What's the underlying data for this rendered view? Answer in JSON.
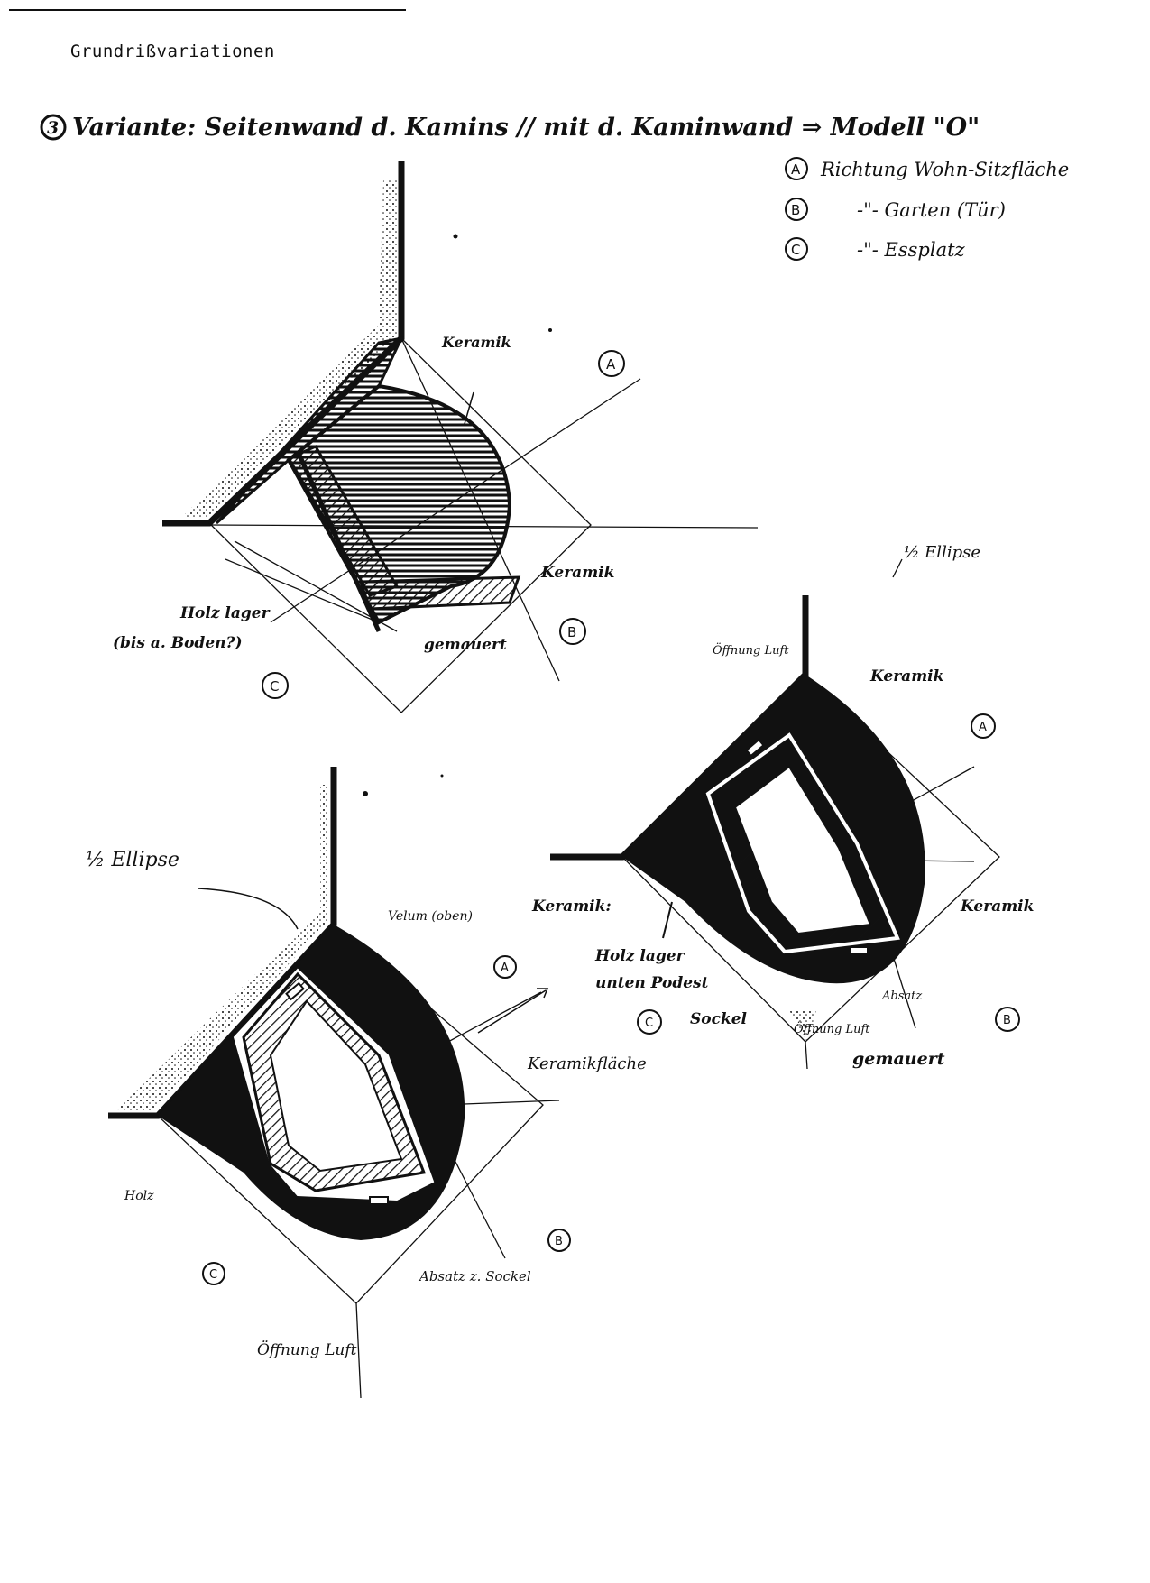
{
  "header": {
    "typed_title": "Grundrißvariationen",
    "variant_number": "3",
    "variant_heading": "Variante: Seitenwand d. Kamins // mit d. Kaminwand ⇒ Modell \"O\""
  },
  "legend": [
    {
      "key": "A",
      "text": "Richtung Wohn-Sitzfläche"
    },
    {
      "key": "B",
      "text": "-\"- Garten (Tür)"
    },
    {
      "key": "C",
      "text": "-\"- Essplatz"
    }
  ],
  "sketch_top": {
    "label_keramik_top": "Keramik",
    "label_keramik_right": "Keramik",
    "label_holzlager": "Holz lager",
    "label_bis_boden": "(bis a. Boden?)",
    "label_gemauert": "gemauert",
    "marker_a": "A",
    "marker_b": "B",
    "marker_c": "C"
  },
  "sketch_left": {
    "label_half_ellipse": "½ Ellipse",
    "label_velum": "Velum (oben)",
    "label_keramikflaeche": "Keramikfläche",
    "label_holz": "Holz",
    "label_absatz": "Absatz z. Sockel",
    "label_oeffnung": "Öffnung Luft",
    "marker_a": "A",
    "marker_b": "B",
    "marker_c": "C"
  },
  "sketch_right": {
    "label_half_ellipse": "½ Ellipse",
    "label_oeffnung_top": "Öffnung Luft",
    "label_keramik_top": "Keramik",
    "label_keramik_left": "Keramik:",
    "label_holzlager": "Holz lager",
    "label_unter_podest": "unten Podest",
    "label_sockel": "Sockel",
    "label_keramik_right": "Keramik",
    "label_absatz": "Absatz",
    "label_oeffnung_bottom": "Öffnung Luft",
    "label_gemauert": "gemauert",
    "marker_a": "A",
    "marker_b": "B",
    "marker_c": "C"
  }
}
